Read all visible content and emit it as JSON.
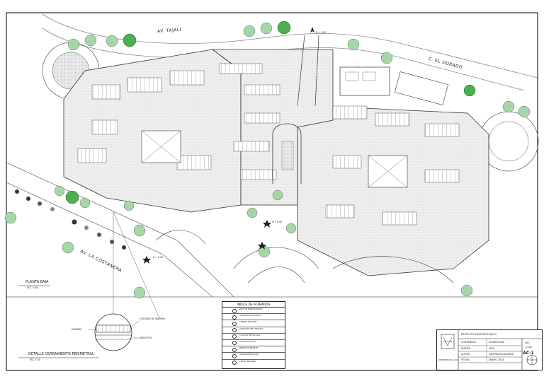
{
  "drawing": {
    "streets": {
      "tajali": "AV. TAJALÍ",
      "dorado": "C. EL DORADO",
      "costanera": "AV. LA COSTANERA"
    },
    "views": {
      "plan_title": "PLANTA BAJA",
      "plan_scale": "ESC 1:300",
      "detail_title": "DETALLE CERRAMIENTO PERIMETRAL",
      "detail_scale": "ESC 1:75"
    },
    "detail_labels": {
      "listones": "LISTONES DE MADERA",
      "arbustos": "ARBUSTOS",
      "dominio": "DOMINIO"
    },
    "level_marks": [
      "N + 0,00",
      "N + 0,00",
      "N + 0,00"
    ]
  },
  "legend": {
    "title": "INDICE DE ACABADOS",
    "items": [
      "PISO DE PORCELANATO",
      "ADOQUIN ECOLOGICO",
      "CESPED NATURAL",
      "ADOQUIN TIPO TRAFICO",
      "CAUCHO RECICLADO",
      "PLANCHA CALLE",
      "PIEDRA FILTRANTE",
      "HORMIGON PULIDO",
      "TIERRA NATURAL"
    ]
  },
  "title_block": {
    "university": "UNIVERSIDAD LAICA",
    "project": "PROYECTO ARQUITECTONICO",
    "rows": [
      {
        "label": "CONTENIDO:",
        "value": "PLANTA BAJA"
      },
      {
        "label": "DISEÑO:",
        "value": "ARQ."
      },
      {
        "label": "AUTOR:",
        "value": "VALERIA ESCALANTE"
      },
      {
        "label": "FECHA:",
        "value": "ENERO 2024"
      }
    ],
    "scale_label": "ESC",
    "scale_value": "1:300",
    "sheet_code": "AC-1"
  },
  "colors": {
    "line": "#2b2b2b",
    "hatch": "#9a9a9a",
    "tree": "#4caf50",
    "tree_light": "#a5d6a7",
    "bg": "#ffffff"
  }
}
